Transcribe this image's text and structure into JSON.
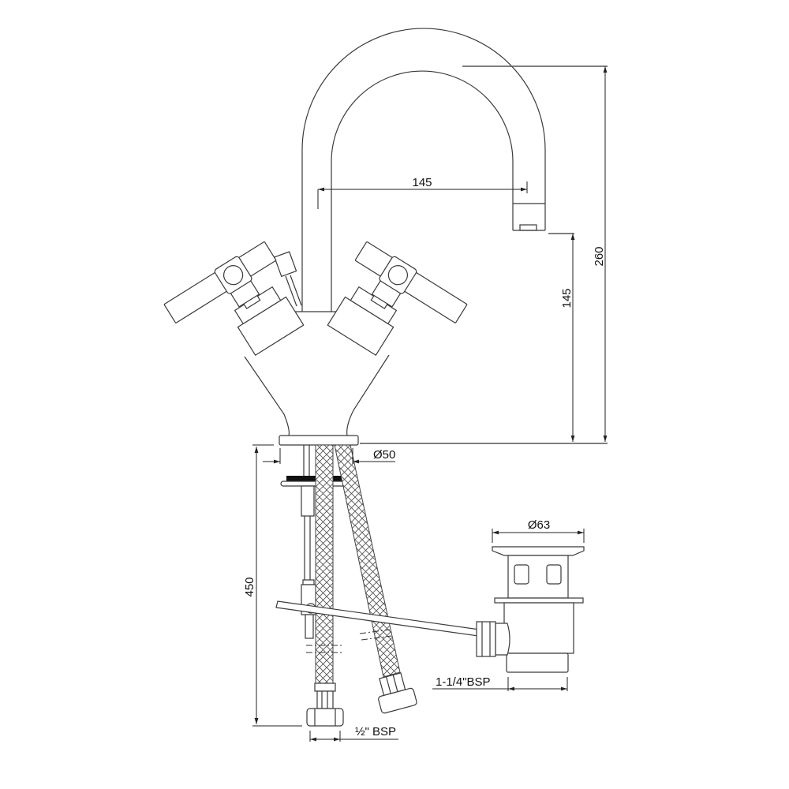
{
  "drawing": {
    "subject": "Basin mixer tap with pop-up waste",
    "stroke_color": "#3a3a3a",
    "background": "#ffffff",
    "dimensions": {
      "spout_reach": "145",
      "spout_outlet_height": "145",
      "overall_height": "260",
      "base_diameter": "Ø50",
      "hose_length": "450",
      "waste_flange_diameter": "Ø63",
      "waste_thread": "1-1/4\"BSP",
      "hose_connector_thread": "½\" BSP"
    },
    "components": [
      "spout",
      "left-cross-handle",
      "right-cross-handle",
      "pop-up-lever",
      "tap-body",
      "base-flange",
      "fixing-washer",
      "flexible-hose-left",
      "flexible-hose-right",
      "threaded-stud",
      "pop-up-rod",
      "waste-body"
    ]
  }
}
